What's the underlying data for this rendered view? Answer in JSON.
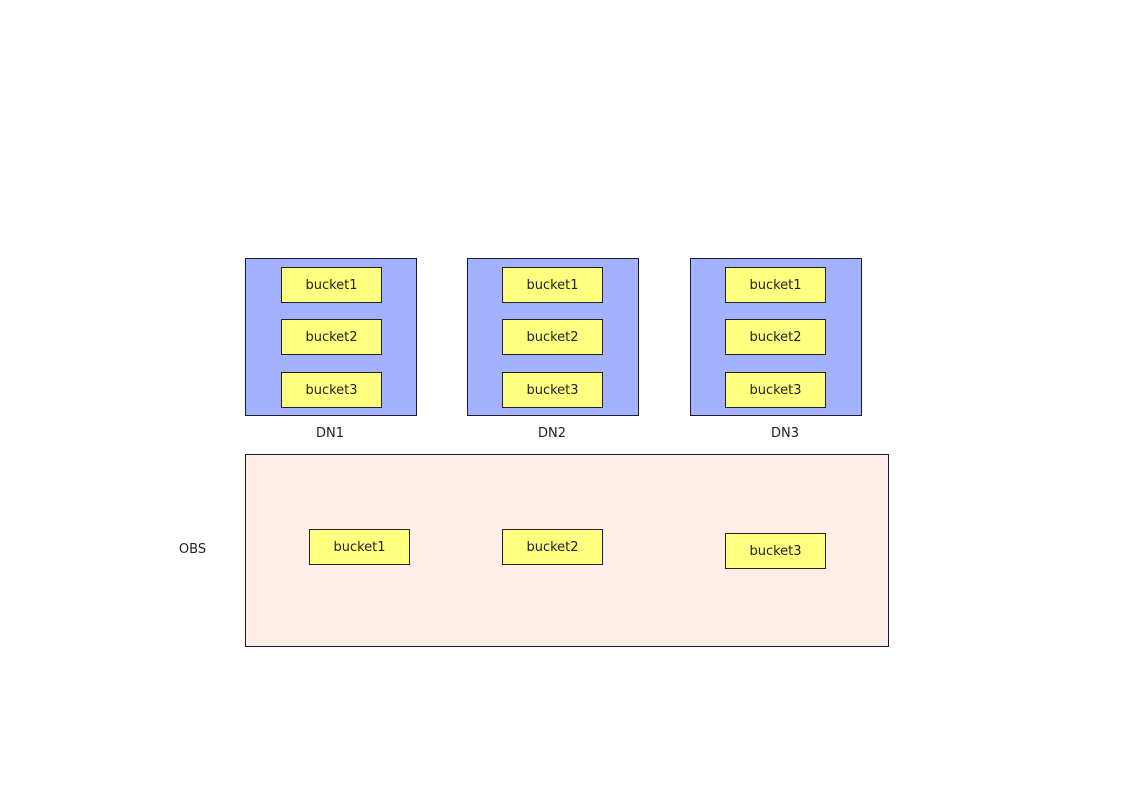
{
  "colors": {
    "dn_fill": "#A3B1FF",
    "obs_fill": "#FDEFE7",
    "bucket_fill": "#FFFF80"
  },
  "data_nodes": [
    {
      "label": "DN1",
      "buckets": [
        "bucket1",
        "bucket2",
        "bucket3"
      ]
    },
    {
      "label": "DN2",
      "buckets": [
        "bucket1",
        "bucket2",
        "bucket3"
      ]
    },
    {
      "label": "DN3",
      "buckets": [
        "bucket1",
        "bucket2",
        "bucket3"
      ]
    }
  ],
  "obs": {
    "label": "OBS",
    "buckets": [
      "bucket1",
      "bucket2",
      "bucket3"
    ]
  }
}
